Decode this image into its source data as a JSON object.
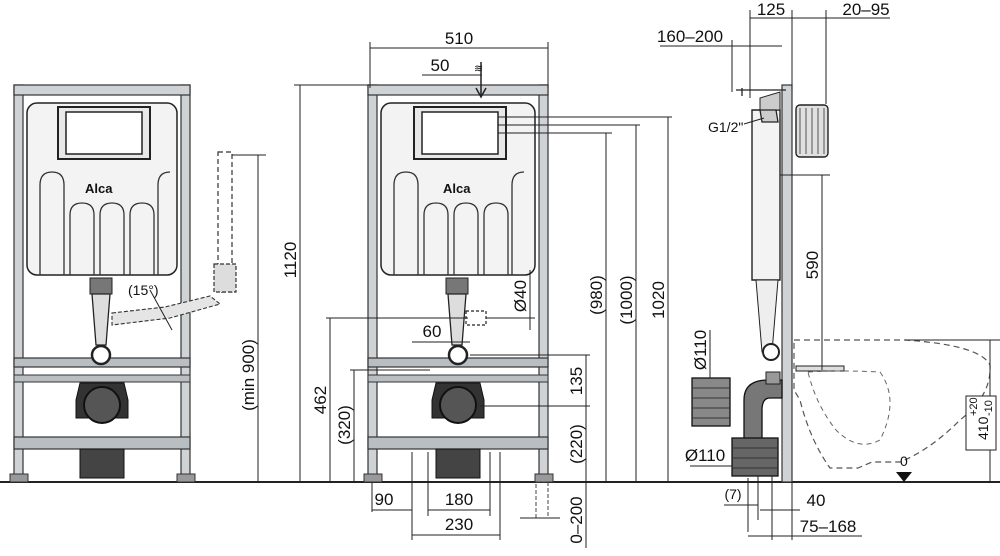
{
  "brand": "Alca",
  "views": {
    "left": {
      "angle": "(15°)",
      "min_height": "(min 900)"
    },
    "front": {
      "width_total": "510",
      "offset_top": "50",
      "height_1120": "1120",
      "height_1020": "1020",
      "height_1000": "(1000)",
      "height_980": "(980)",
      "diam_40": "Ø40",
      "offset_60": "60",
      "height_462": "462",
      "height_320": "(320)",
      "height_135": "135",
      "height_220": "(220)",
      "width_90": "90",
      "width_180": "180",
      "width_230": "230",
      "range_0_200": "0–200"
    },
    "side": {
      "depth_125": "125",
      "range_20_95": "20–95",
      "range_160_200": "160–200",
      "thread": "G1/2\"",
      "height_590": "590",
      "diam_110_top": "Ø110",
      "diam_110_bottom": "Ø110",
      "tolerance_410": "410",
      "tol_plus": "+20",
      "tol_minus": "-10",
      "floor_zero": "0",
      "offset_7": "(7)",
      "depth_40": "40",
      "range_75_168": "75–168"
    }
  }
}
